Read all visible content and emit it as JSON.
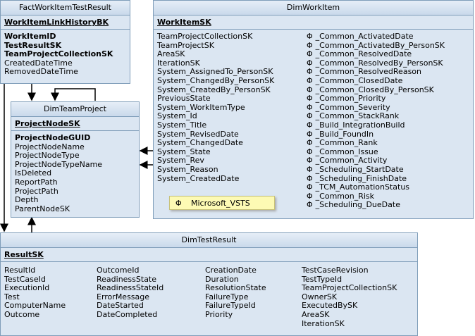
{
  "fact": {
    "title": "FactWorkItemTestResult",
    "pk": "WorkItemLinkHistoryBK",
    "bold_fields": [
      "WorkItemID",
      "TestResultSK",
      "TeamProjectCollectionSK"
    ],
    "fields": [
      "CreatedDateTime",
      "RemovedDateTime"
    ]
  },
  "team": {
    "title": "DimTeamProject",
    "pk": "ProjectNodeSK",
    "bold_fields": [
      "ProjectNodeGUID"
    ],
    "fields": [
      "ProjectNodeName",
      "ProjectNodeType",
      "ProjectNodeTypeName",
      "IsDeleted",
      "ReportPath",
      "ProjectPath",
      "Depth",
      "ParentNodeSK"
    ]
  },
  "workitem": {
    "title": "DimWorkItem",
    "pk": "WorkItemSK",
    "fields": [
      "TeamProjectCollectionSK",
      "TeamProjectSK",
      "AreaSK",
      "IterationSK",
      "System_AssignedTo_PersonSK",
      "System_ChangedBy_PersonSK",
      "System_CreatedBy_PersonSK",
      "PreviousState",
      "System_WorkItemType",
      "System_Id",
      "System_Title",
      "System_RevisedDate",
      "System_ChangedDate",
      "System_State",
      "System_Rev",
      "System_Reason",
      "System_CreatedDate"
    ],
    "phi_fields": [
      "_Common_ActivatedDate",
      "_Common_ActivatedBy_PersonSK",
      "_Common_ResolvedDate",
      "_Common_ResolvedBy_PersonSK",
      "_Common_ResolvedReason",
      "_Common_ClosedDate",
      "_Common_ClosedBy_PersonSK",
      "_Common_Priority",
      "_Common_Severity",
      "_Common_StackRank",
      "_Build_IntegrationBuild",
      "_Build_FoundIn",
      "_Common_Rank",
      "_Common_Issue",
      "_Common_Activity",
      "_Scheduling_StartDate",
      "_Scheduling_FinishDate",
      "_TCM_AutomationStatus",
      "_Common_Risk",
      "_Scheduling_DueDate"
    ]
  },
  "legend": {
    "symbol": "Φ",
    "label": "Microsoft_VSTS"
  },
  "testresult": {
    "title": "DimTestResult",
    "pk": "ResultSK",
    "columns": [
      [
        "ResultId",
        "TestCaseId",
        "ExecutionId",
        "Test",
        "ComputerName",
        "Outcome"
      ],
      [
        "OutcomeId",
        "ReadinessState",
        "ReadinessStateId",
        "ErrorMessage",
        "DateStarted",
        "DateCompleted"
      ],
      [
        "CreationDate",
        "Duration",
        "ResolutionState",
        "FailureType",
        "FailureTypeId",
        "Priority"
      ],
      [
        "TestCaseRevision",
        "TestTypeId",
        "TeamProjectCollectionSK",
        "OwnerSK",
        "ExecutedBySK",
        "AreaSK",
        "IterationSK"
      ]
    ]
  }
}
